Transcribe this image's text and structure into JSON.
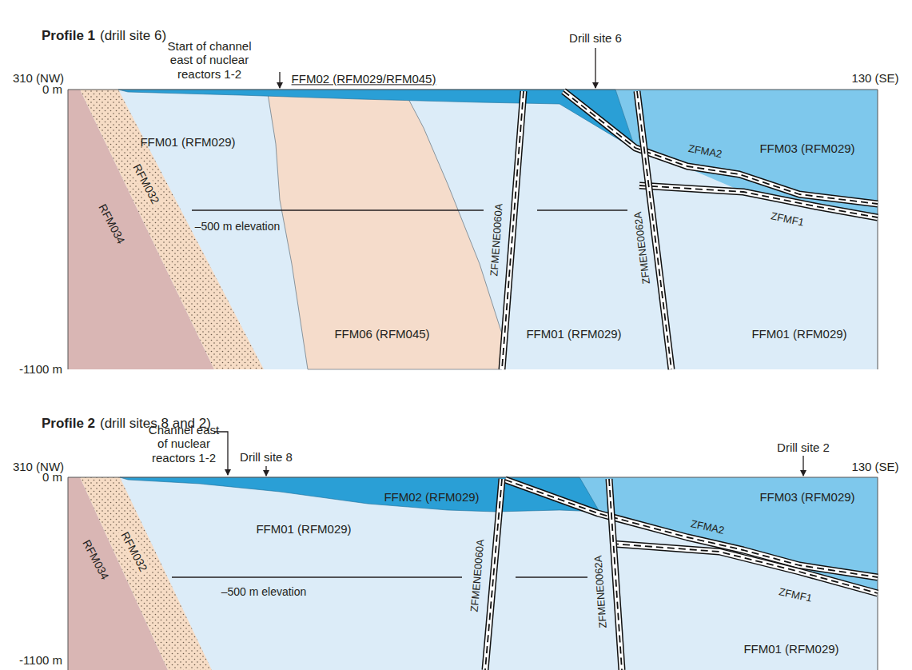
{
  "diagram": {
    "nodes": [
      {
        "text": [
          "FFM01 (RFM029)"
        ]
      },
      {
        "text": [
          "FFM06 (RFM045)"
        ]
      },
      {
        "text": [
          "FFM01 (RFM029)"
        ]
      },
      {
        "text": [
          "FFM01 (RFM029)"
        ]
      },
      {
        "text": [
          "FFM03 (RFM029)"
        ]
      },
      {
        "text": [
          "RFM032"
        ]
      },
      {
        "text": [
          "RFM034"
        ]
      },
      {
        "text": [
          "FFM02 (RFM029/RFM045)"
        ]
      },
      {
        "text": [
          "FFM02 (RFM029)"
        ]
      },
      {
        "text": [
          "FFM01 (RFM029)"
        ]
      },
      {
        "text": [
          "FFM03 (RFM029)"
        ]
      },
      {
        "text": [
          "FFM01 (RFM029)"
        ]
      },
      {
        "text": [
          "RFM032"
        ]
      },
      {
        "text": [
          "RFM034"
        ]
      }
    ],
    "labels": [
      "Profile 1",
      "(drill site 6)",
      "310 (NW)",
      "130 (SE)",
      "0 m",
      "-1100 m",
      "Start of channel east of nuclear reactors 1-2",
      "Drill site 6",
      "–500 m elevation",
      "ZFMENE0060A",
      "ZFMENE0062A",
      "ZFMA2",
      "ZFMF1",
      "Profile 2",
      "(drill sites 8 and 2)",
      "310 (NW)",
      "130 (SE)",
      "0 m",
      "-1100 m",
      "Channel east of nuclear reactors 1-2",
      "Drill site 8",
      "Drill site 2",
      "–500 m elevation",
      "ZFMENE0060A",
      "ZFMENE0062A",
      "ZFMA2",
      "ZFMF1"
    ]
  }
}
